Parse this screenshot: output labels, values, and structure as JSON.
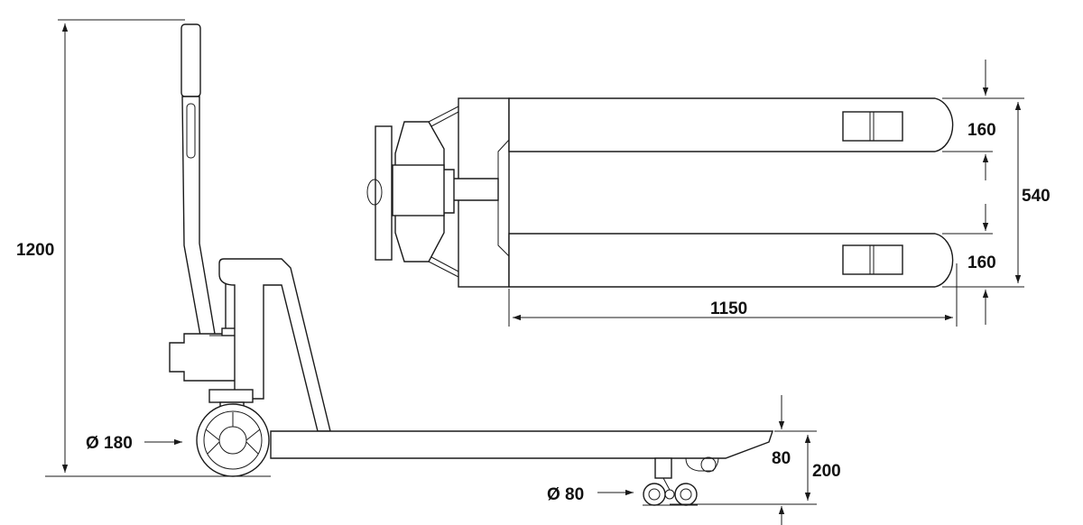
{
  "dimensions": {
    "overall_height": "1200",
    "steer_wheel_diameter": "Ø 180",
    "load_roller_diameter": "Ø 80",
    "lowered_height": "80",
    "lifted_height": "200",
    "fork_width_top": "160",
    "fork_width_bottom": "160",
    "overall_width": "540",
    "fork_length": "1150"
  },
  "colors": {
    "line": "#1a1a1a",
    "background": "#ffffff"
  }
}
